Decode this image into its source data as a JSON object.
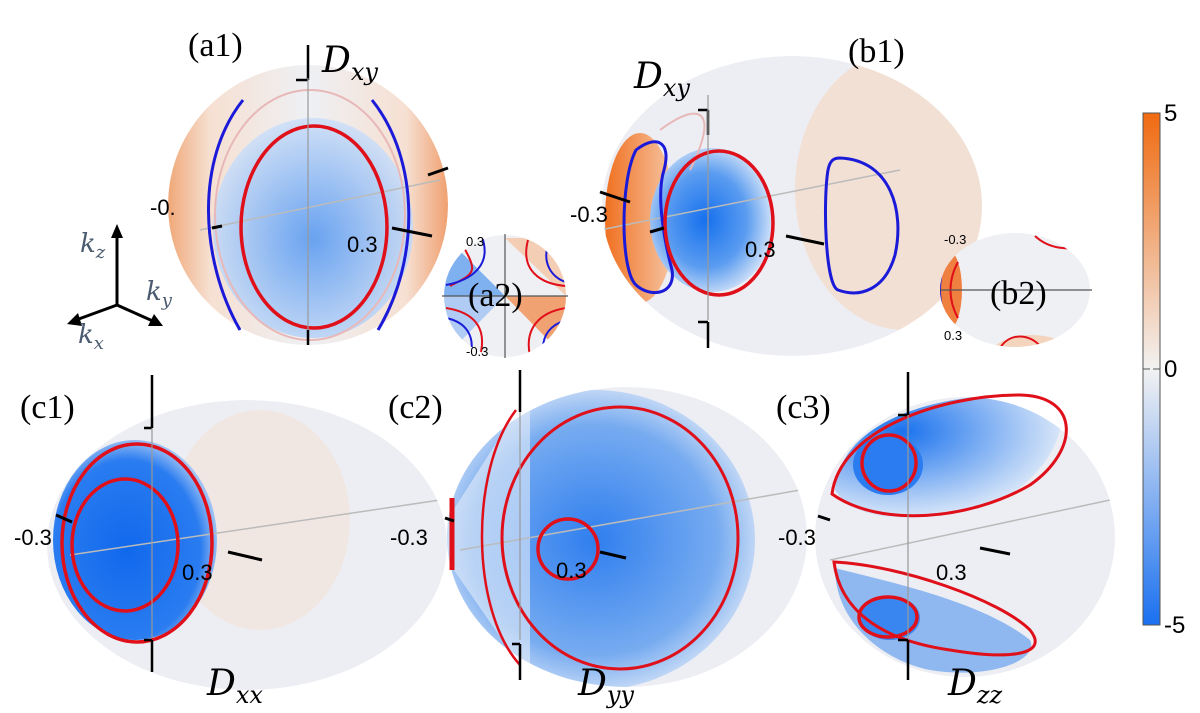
{
  "panels": {
    "a1": {
      "label": "(a1)",
      "component": "D",
      "subscript": "xy",
      "tick_neg": "-0.",
      "tick_pos": "0.3"
    },
    "a2": {
      "label": "(a2)",
      "tick_top": "0.3",
      "tick_bottom": "-0.3"
    },
    "b1": {
      "label": "(b1)",
      "component": "D",
      "subscript": "xy",
      "tick_neg": "-0.3",
      "tick_pos": "0.3"
    },
    "b2": {
      "label": "(b2)",
      "tick_top": "-0.3",
      "tick_bottom": "0.3"
    },
    "c1": {
      "label": "(c1)",
      "component": "D",
      "subscript": "xx",
      "tick_neg": "-0.3",
      "tick_pos": "0.3"
    },
    "c2": {
      "label": "(c2)",
      "component": "D",
      "subscript": "yy",
      "tick_neg": "-0.3",
      "tick_pos": "0.3"
    },
    "c3": {
      "label": "(c3)",
      "component": "D",
      "subscript": "zz",
      "tick_neg": "-0.3",
      "tick_pos": "0.3"
    }
  },
  "axes_triad": {
    "kz": {
      "base": "k",
      "sub": "z"
    },
    "ky": {
      "base": "k",
      "sub": "y"
    },
    "kx": {
      "base": "k",
      "sub": "x"
    }
  },
  "colorbar": {
    "max_label": "5",
    "mid_label": "0",
    "min_label": "-5",
    "colors": {
      "max": "#f06a10",
      "mid": "#f2f2f2",
      "min": "#1a70f0"
    }
  },
  "contour_colors": {
    "positive": "#e0101a",
    "negative": "#1a1ad8"
  }
}
